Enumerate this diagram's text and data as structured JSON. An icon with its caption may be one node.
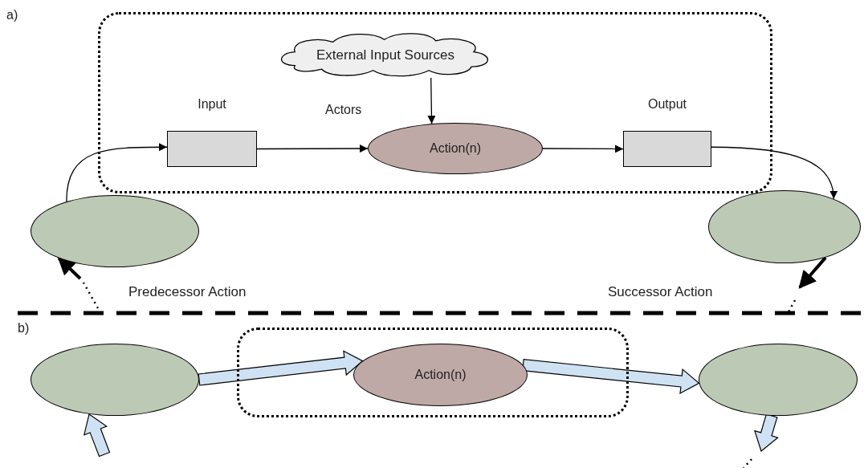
{
  "diagram": {
    "nodes": [
      {
        "text": [],
        "shape": "box"
      },
      {
        "text": [
          "External Input Sources"
        ],
        "in": 0
      },
      {
        "text": [
          "Input"
        ],
        "in": 0
      },
      {
        "text": [
          "Action(n)"
        ],
        "in": 0
      },
      {
        "text": [
          "Output"
        ],
        "in": 0
      },
      {
        "text": [],
        "shape": "circle",
        "beside": [
          "Predecessor Action"
        ]
      },
      {
        "text": [],
        "shape": "circle",
        "beside": [
          "Successor Action"
        ]
      },
      {
        "text": [],
        "shape": "circle"
      },
      {
        "text": [],
        "shape": "box"
      },
      {
        "text": [
          "Action(n)"
        ],
        "in": 8
      },
      {
        "text": [],
        "shape": "circle"
      }
    ],
    "edges": [
      {
        "from": 1,
        "to": 3,
        "arrow": "to"
      },
      {
        "from": 2,
        "to": 3,
        "arrow": "to"
      },
      {
        "from": 3,
        "to": 4,
        "arrow": "to"
      },
      {
        "from": 5,
        "to": 2,
        "arrow": "to"
      },
      {
        "from": 4,
        "to": 6,
        "arrow": "to"
      },
      {
        "from": null,
        "to": 5,
        "arrow": "to",
        "style": "thick"
      },
      {
        "from": 6,
        "to": null,
        "arrow": "to",
        "style": "thick"
      },
      {
        "from": 7,
        "to": 9,
        "arrow": "to",
        "style": "thick",
        "color": "#cfe2f3"
      },
      {
        "from": 9,
        "to": 10,
        "arrow": "to",
        "style": "thick",
        "color": "#cfe2f3"
      },
      {
        "from": null,
        "to": 7,
        "arrow": "to",
        "style": "thick",
        "color": "#cfe2f3"
      },
      {
        "from": 10,
        "to": null,
        "arrow": "to",
        "style": "thick",
        "color": "#cfe2f3"
      }
    ],
    "labels": [
      "a)",
      "Actors",
      "b)"
    ]
  }
}
